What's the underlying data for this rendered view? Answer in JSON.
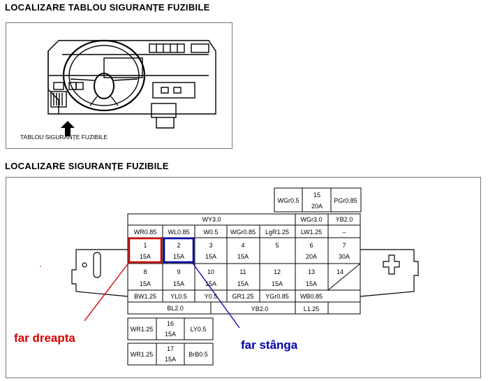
{
  "headings": {
    "location_panel": "LOCALIZARE TABLOU SIGURANȚE FUZIBILE",
    "fuse_location": "LOCALIZARE SIGURANȚE FUZIBILE"
  },
  "dashboard": {
    "caption": "TABLOU SIGURANȚE FUZIBILE"
  },
  "fusebox": {
    "top_box": {
      "left": "WGr0.5",
      "fuse_no": "15",
      "fuse_amp": "20A",
      "right": "PGr0.85"
    },
    "row_wy": "WY3.0",
    "row_wgr": "WGr3.0",
    "row_yb": "YB2.0",
    "top_wires": [
      "WR0.85",
      "WL0.85",
      "W0.5",
      "WGr0.85",
      "LgR1.25",
      "LW1.25",
      "–"
    ],
    "fuses_row1": [
      {
        "no": "1",
        "amp": "15A"
      },
      {
        "no": "2",
        "amp": "15A"
      },
      {
        "no": "3",
        "amp": "15A"
      },
      {
        "no": "4",
        "amp": "15A"
      },
      {
        "no": "5",
        "amp": ""
      },
      {
        "no": "6",
        "amp": "20A"
      },
      {
        "no": "7",
        "amp": "30A"
      }
    ],
    "fuses_row2": [
      {
        "no": "8",
        "amp": "15A"
      },
      {
        "no": "9",
        "amp": "15A"
      },
      {
        "no": "10",
        "amp": "15A"
      },
      {
        "no": "11",
        "amp": "15A"
      },
      {
        "no": "12",
        "amp": "15A"
      },
      {
        "no": "13",
        "amp": "15A"
      },
      {
        "no": "14",
        "amp": ""
      }
    ],
    "bottom_wires": [
      "BW1.25",
      "YL0.5",
      "Y0.5",
      "GR1.25",
      "YGr0.85",
      "WB0.85"
    ],
    "bl": "BL2.0",
    "yb_bottom": "YB2.0",
    "l": "L1.25",
    "box16": {
      "left": "WR1.25",
      "no": "16",
      "amp": "15A",
      "right": "LY0.5"
    },
    "box17": {
      "left": "WR1.25",
      "no": "17",
      "amp": "15A",
      "right": "BrB0.5"
    }
  },
  "annotations": {
    "far_dreapta": "far dreapta",
    "far_stanga": "far stânga",
    "red": "#d40000",
    "blue": "#0000a8"
  }
}
